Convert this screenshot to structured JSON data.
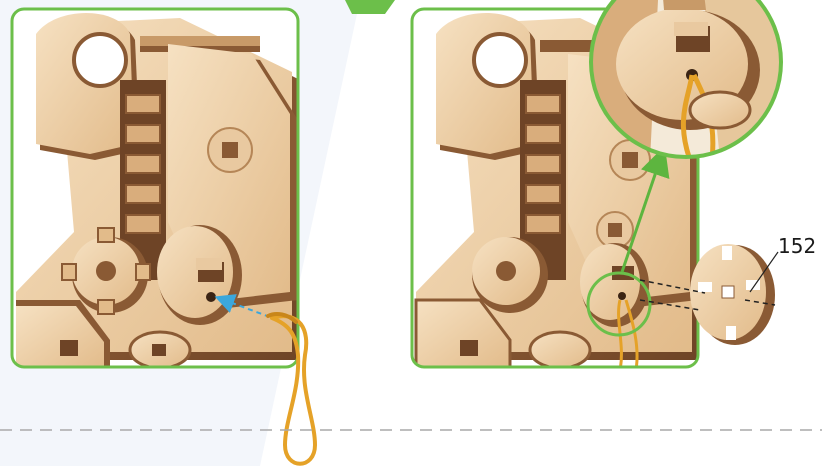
{
  "step": {
    "part_label": "152"
  },
  "colors": {
    "frame_green": "#6cbf4a",
    "arrow_green": "#5db53f",
    "arrow_blue": "#3ba7dc",
    "wood_light": "#f1d7b4",
    "wood_mid": "#e3be8f",
    "wood_edge": "#8a5a34",
    "wood_dark": "#6e4426",
    "cord": "#e5a228",
    "dash_gray": "#a9a9a9"
  },
  "icons": [
    "wooden-gear-mechanism",
    "elastic-cord-loop",
    "wooden-disc-part"
  ]
}
